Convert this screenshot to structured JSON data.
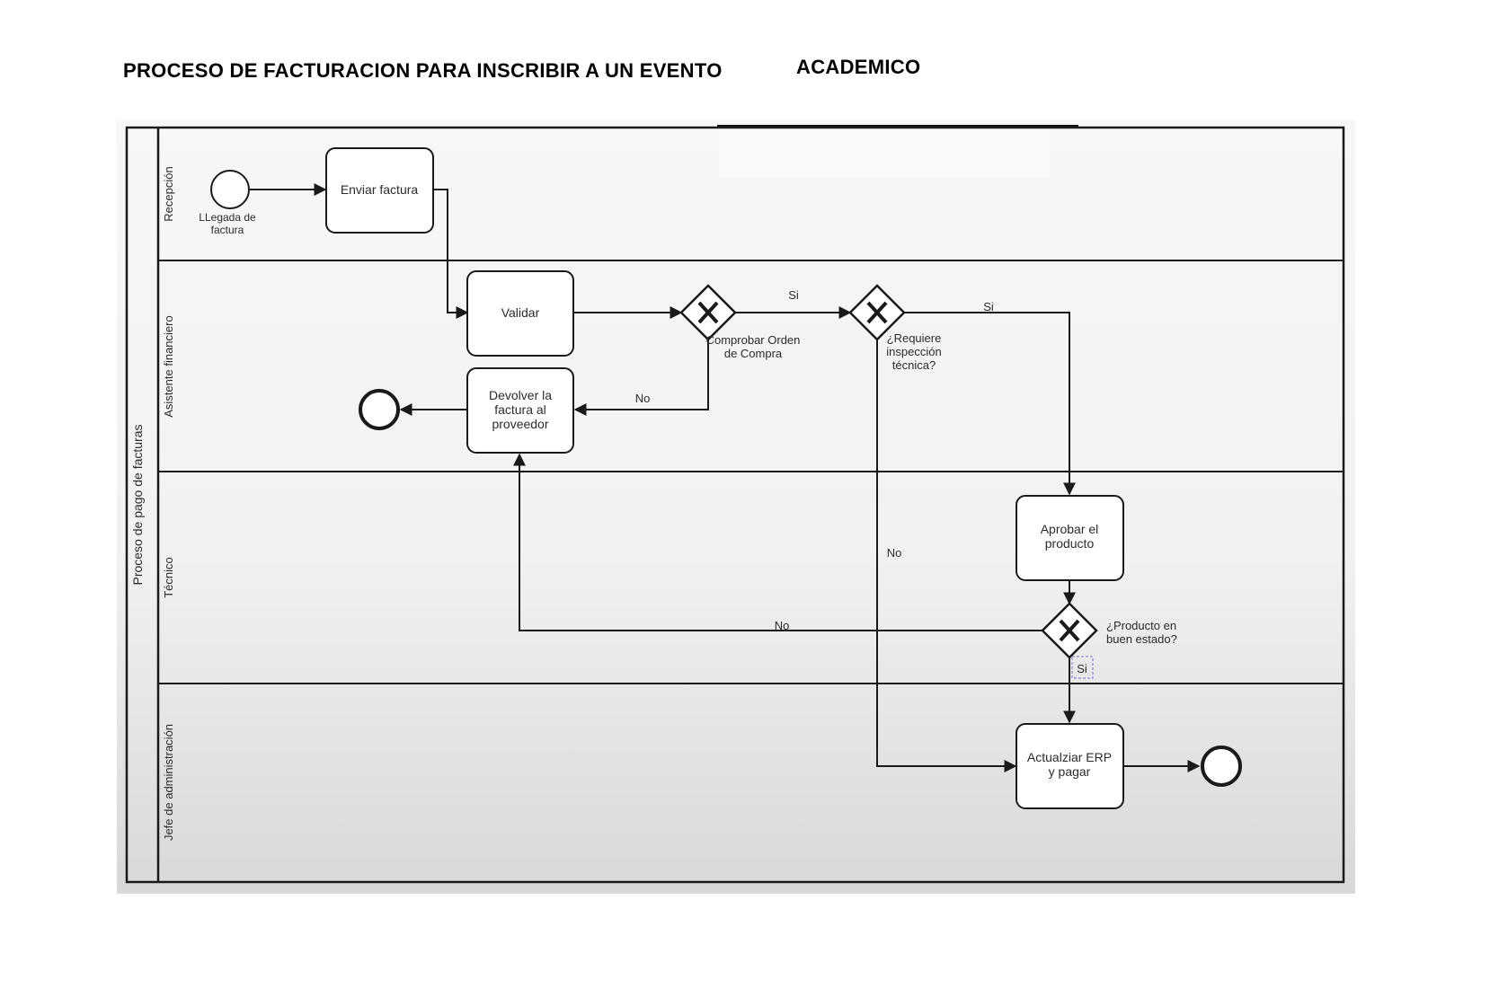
{
  "title": {
    "part1": "PROCESO DE FACTURACION PARA INSCRIBIR A UN EVENTO",
    "part2": "ACADEMICO"
  },
  "pool": {
    "label": "Proceso de pago de facturas"
  },
  "lanes": [
    {
      "label": "Recepción"
    },
    {
      "label": "Asistente financiero"
    },
    {
      "label": "Técnico"
    },
    {
      "label": "Jefe de administración"
    }
  ],
  "events": {
    "start_line1": "LLegada de",
    "start_line2": "factura"
  },
  "tasks": {
    "enviar": [
      "Enviar factura"
    ],
    "validar": [
      "Validar"
    ],
    "devolver": [
      "Devolver la",
      "factura al",
      "proveedor"
    ],
    "aprobar": [
      "Aprobar el",
      "producto"
    ],
    "actualizar": [
      "Actualziar ERP",
      "y pagar"
    ]
  },
  "gateways": {
    "comprobar": [
      "Comprobar Orden",
      "de Compra"
    ],
    "inspeccion": [
      "¿Requiere",
      "inspección",
      "técnica?"
    ],
    "producto": [
      "¿Producto en",
      "buen estado?"
    ]
  },
  "flow_labels": {
    "si": "Si",
    "no": "No"
  },
  "colors": {
    "stroke": "#1a1a1a",
    "task_fill": "#ffffff",
    "pool_bg_top": "#ffffff",
    "pool_bg_bottom": "#d6d6d6"
  }
}
